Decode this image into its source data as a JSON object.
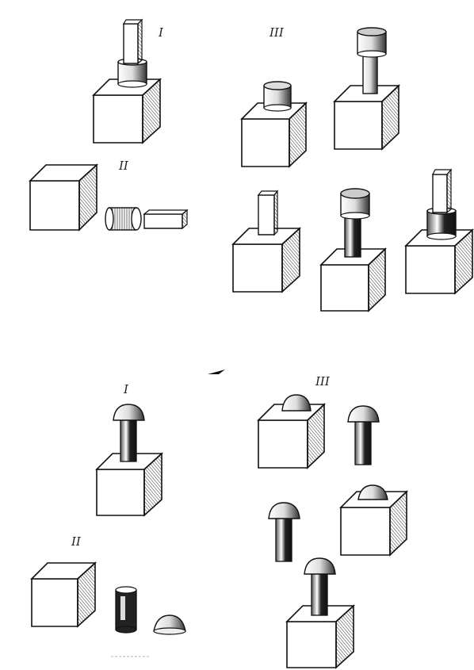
{
  "labels": {
    "top_fig1": "I",
    "top_fig2": "II",
    "top_fig3": "III",
    "bottom_fig1": "I",
    "bottom_fig2": "II",
    "bottom_fig3": "III"
  },
  "colors": {
    "ink": "#111111",
    "hatch": "#333333",
    "paper": "#ffffff"
  }
}
